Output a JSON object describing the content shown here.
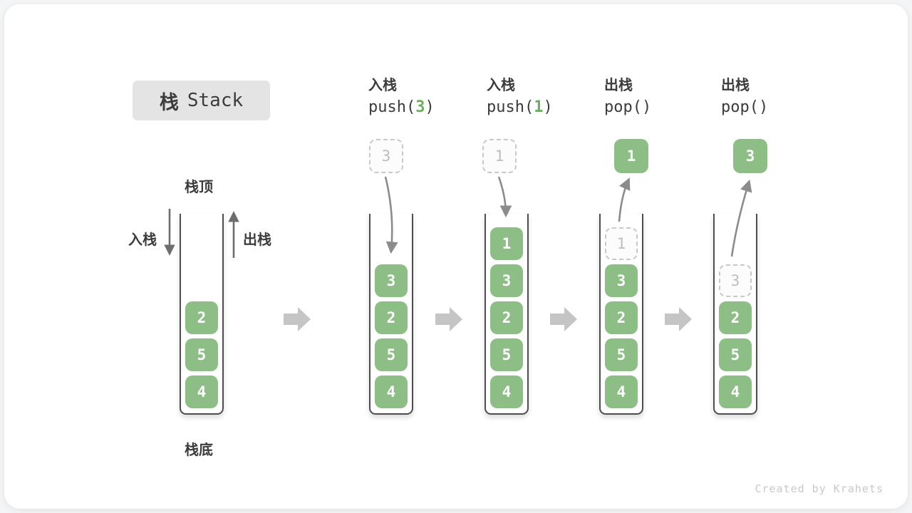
{
  "title": {
    "zh": "栈",
    "en": "Stack"
  },
  "labels": {
    "stack_top": "栈顶",
    "stack_bottom": "栈底",
    "push_side": "入栈",
    "pop_side": "出栈"
  },
  "operations": [
    {
      "name": "入栈",
      "code_prefix": "push(",
      "code_arg": "3",
      "code_suffix": ")"
    },
    {
      "name": "入栈",
      "code_prefix": "push(",
      "code_arg": "1",
      "code_suffix": ")"
    },
    {
      "name": "出栈",
      "code_prefix": "pop(",
      "code_arg": "",
      "code_suffix": ")"
    },
    {
      "name": "出栈",
      "code_prefix": "pop(",
      "code_arg": "",
      "code_suffix": ")"
    }
  ],
  "floating_boxes": [
    {
      "value": "3",
      "style": "dashed"
    },
    {
      "value": "1",
      "style": "dashed"
    },
    {
      "value": "1",
      "style": "solid"
    },
    {
      "value": "3",
      "style": "solid"
    }
  ],
  "stacks": [
    {
      "items": [
        {
          "value": "2"
        },
        {
          "value": "5"
        },
        {
          "value": "4"
        }
      ]
    },
    {
      "items": [
        {
          "value": "3"
        },
        {
          "value": "2"
        },
        {
          "value": "5"
        },
        {
          "value": "4"
        }
      ]
    },
    {
      "items": [
        {
          "value": "1"
        },
        {
          "value": "3"
        },
        {
          "value": "2"
        },
        {
          "value": "5"
        },
        {
          "value": "4"
        }
      ]
    },
    {
      "items": [
        {
          "value": "1",
          "ghost": true
        },
        {
          "value": "3"
        },
        {
          "value": "2"
        },
        {
          "value": "5"
        },
        {
          "value": "4"
        }
      ]
    },
    {
      "items": [
        {
          "value": "3",
          "ghost": true
        },
        {
          "value": "2"
        },
        {
          "value": "5"
        },
        {
          "value": "4"
        }
      ]
    }
  ],
  "watermark": "Created by Krahets",
  "colors": {
    "box_green": "#8CBE85",
    "code_arg_green": "#70AB62",
    "ink": "#3c3c3c",
    "title_box_bg": "#e4e4e4",
    "ghost_border": "#c9c9c9",
    "curved_arrow": "#8c8c8c",
    "block_arrow": "#c5c5c5"
  }
}
